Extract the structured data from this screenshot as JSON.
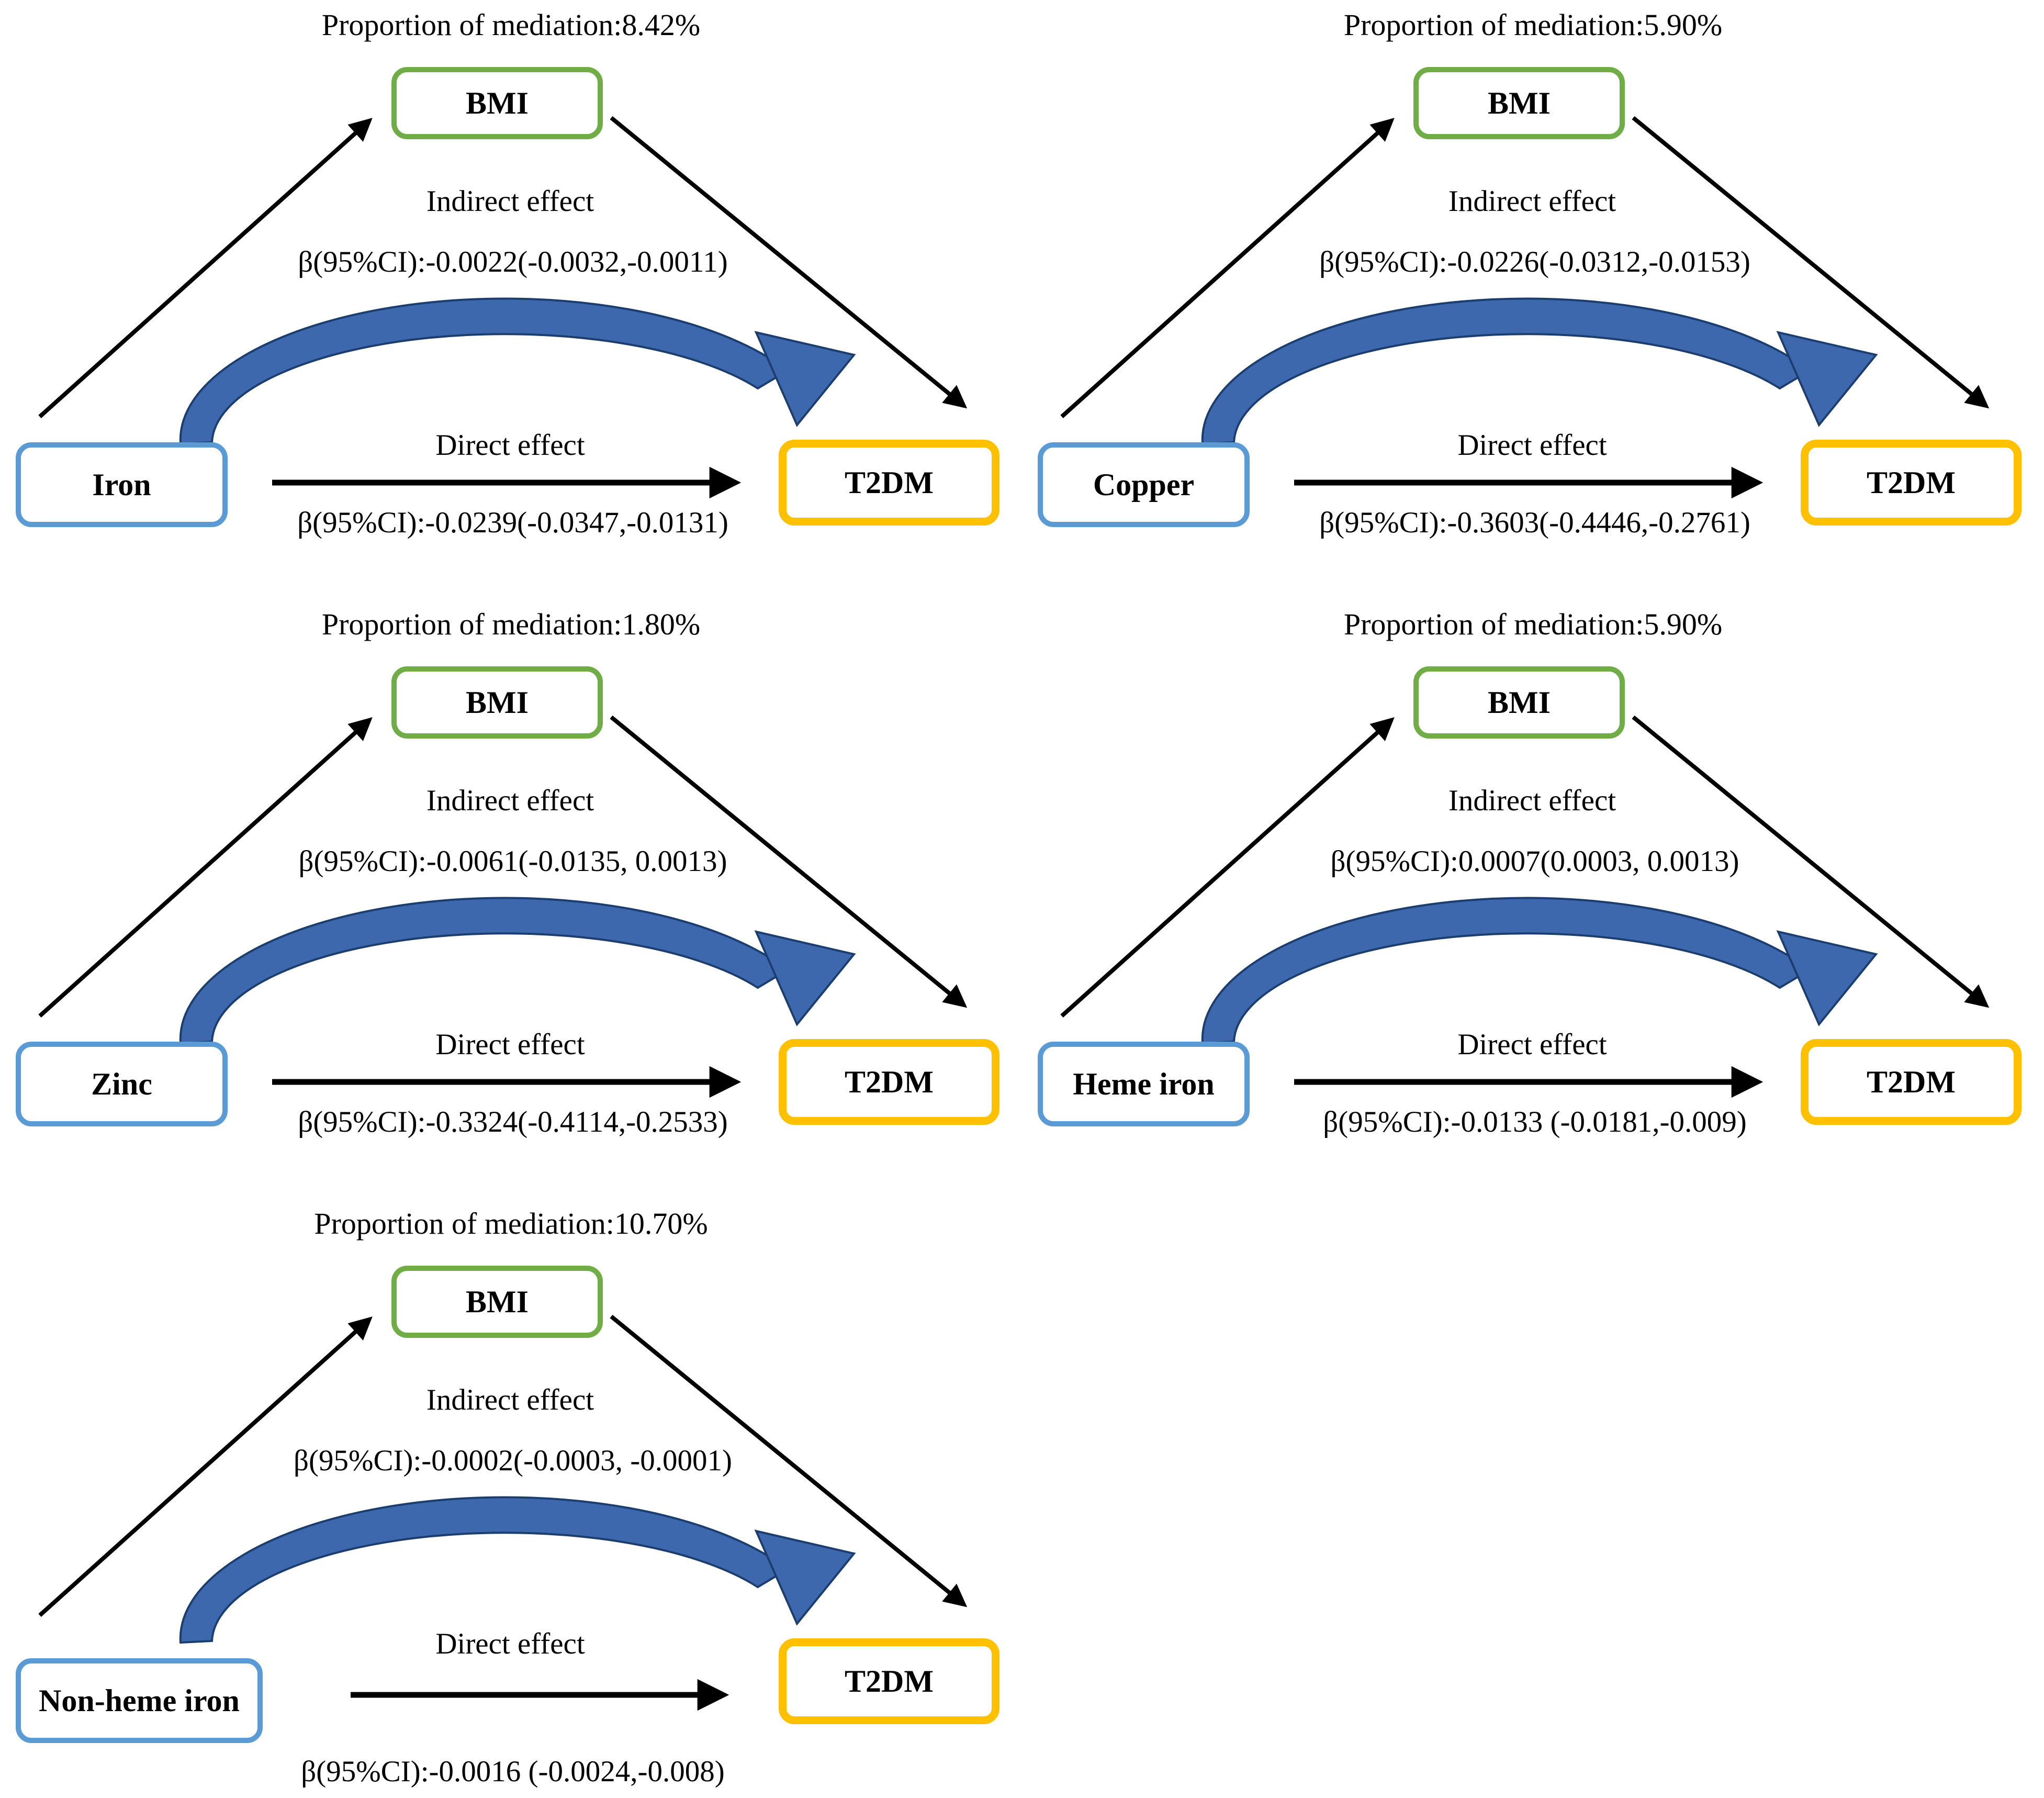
{
  "shared": {
    "mediator_label": "BMI",
    "outcome_label": "T2DM",
    "indirect_label": "Indirect effect",
    "direct_label": "Direct effect"
  },
  "colors": {
    "exposure_box_border": "#5B9BD5",
    "mediator_box_border": "#70AD47",
    "outcome_box_border": "#FFC000",
    "curved_arrow_fill": "#3E68AE",
    "curved_arrow_edge": "#1C3E6E",
    "straight_arrows": "#000000",
    "text": "#000000",
    "background": "#FFFFFF"
  },
  "diagrams": [
    {
      "exposure": "Iron",
      "proportion": "Proportion of mediation:8.42%",
      "indirect_value": "β(95%CI):-0.0022(-0.0032,-0.0011)",
      "direct_value": "β(95%CI):-0.0239(-0.0347,-0.0131)"
    },
    {
      "exposure": "Copper",
      "proportion": "Proportion of mediation:5.90%",
      "indirect_value": "β(95%CI):-0.0226(-0.0312,-0.0153)",
      "direct_value": "β(95%CI):-0.3603(-0.4446,-0.2761)"
    },
    {
      "exposure": "Zinc",
      "proportion": "Proportion of mediation:1.80%",
      "indirect_value": "β(95%CI):-0.0061(-0.0135, 0.0013)",
      "direct_value": "β(95%CI):-0.3324(-0.4114,-0.2533)"
    },
    {
      "exposure": "Heme iron",
      "proportion": "Proportion of mediation:5.90%",
      "indirect_value": "β(95%CI):0.0007(0.0003, 0.0013)",
      "direct_value": "β(95%CI):-0.0133 (-0.0181,-0.009)"
    },
    {
      "exposure": "Non-heme iron",
      "proportion": "Proportion of mediation:10.70%",
      "indirect_value": "β(95%CI):-0.0002(-0.0003, -0.0001)",
      "direct_value": "β(95%CI):-0.0016 (-0.0024,-0.008)"
    }
  ]
}
